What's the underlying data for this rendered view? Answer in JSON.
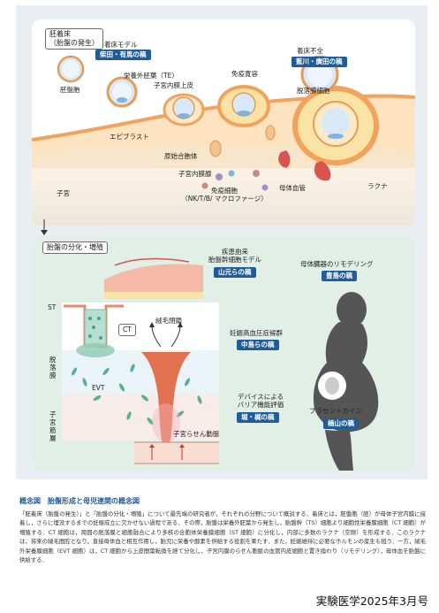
{
  "top_panel": {
    "tag_lines": [
      "胚着床",
      "（胎盤の発生）"
    ],
    "labels": {
      "implantation_model": "着床モデル",
      "blastocyst": "胚盤胞",
      "trophectoderm": "栄養外胚葉（TE）",
      "endometrial_epithelium": "子宮内膜上皮",
      "epiblast": "エピブラスト",
      "syncytiotrophoblast": "原始合胞体",
      "immune_tolerance": "免疫寛容",
      "decidual_cells": "脱落膜細胞",
      "implantation_failure": "着床不全",
      "endometrial_gland": "子宮内膜腺",
      "immune_cells_line1": "免疫細胞",
      "immune_cells_line2": "（NK/T/B/ マクロファージ）",
      "maternal_vessel": "母体血管",
      "lacuna": "ラクナ",
      "uterus": "子宮"
    },
    "badges": {
      "shibata": "柴田・有馬の稿",
      "aikawa": "藍川・廣田の稿"
    }
  },
  "bottom_panel": {
    "tag": "胎盤の分化・増殖",
    "labels": {
      "disease_model_line1": "疾患由来",
      "disease_model_line2": "胎盤幹細胞モデル",
      "maternal_remodeling": "母体臓器のリモデリング",
      "st": "ST",
      "ct": "CT",
      "villus_closure": "絨毛閉鎖",
      "preeclampsia": "妊娠高血圧症候群",
      "decidua": "脱落膜",
      "evt": "EVT",
      "myometrium": "子宮筋層",
      "device_line1": "デバイスによる",
      "device_line2": "バリア機能評価",
      "placental_kinin": "プラセントカイン",
      "spiral_artery": "子宮らせん動脈"
    },
    "badges": {
      "yamamoto": "山元らの稿",
      "toyoshima": "豊島の稿",
      "nakajima": "中島らの稿",
      "horikawa": "堀・梶の稿",
      "kushiyama": "楠山の稿"
    }
  },
  "caption": {
    "title": "概念図　胎盤形成と母児連関の概念図",
    "body": "「胚着床（胎盤の発生）」と「胎盤の分化・増殖」について最先端の研究者が，それぞれの分野について概説する．着床とは，胚盤胞（胚）が母体子宮内膜に接着し，さらに埋没するまでの妊娠成立に欠かせない過程である．その際，胎盤は栄養外胚葉から発生し，胎盤幹（TS）細胞より細胞性栄養膜細胞（CT 細胞）が増殖する．CT 細胞は，周囲の脱落膜と細胞融合により多核の合胞体栄養膜細胞（ST 細胞）に分化し，内部に多数のラクナ（空隙）を形成する．このラクナは，将来の絨毛間腔となり，直接母体血と相互作用し，胎児に栄養や酸素を供給する役割を果たす．また，妊娠維持に必要なホルモンの産生も担う．一方，絨毛外栄養膜細胞（EVT 細胞）は，CT 細胞から上皮間葉転換を経て分化し，子宮内膜のらせん動脈の血管内皮細胞と置き換わり（リモデリング），母体血を胎盤に供給する．"
  },
  "footer": "実験医学2025年3月号",
  "colors": {
    "badge_blue": "#1f5c9a",
    "tissue_orange": "#f2a25a",
    "tissue_yellow": "#fbe3a6",
    "embryo_blue": "#bcd6ef",
    "vessel_red": "#d9534f",
    "green_panel": "#e2efe6",
    "silhouette": "#555555"
  }
}
